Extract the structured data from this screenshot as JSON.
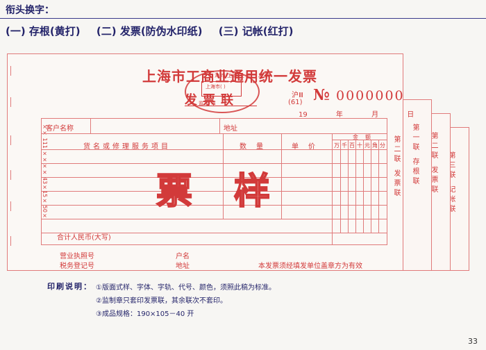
{
  "header": {
    "title": "衔头换字：",
    "copies": [
      "(一) 存根(黄打)",
      "(二) 发票(防伪水印纸)",
      "(三) 记帐(红打)"
    ]
  },
  "invoice": {
    "title": "上海市工商业通用统一发票",
    "subtitle": "发票联",
    "code_line1": "沪Ⅲ",
    "code_line2": "(61)",
    "number_label": "№",
    "number": "0000000",
    "date": [
      "19",
      "年",
      "月",
      "日"
    ],
    "seal": {
      "top": "上海市工商业统一发票",
      "middle": "上海市(   )",
      "bottom": "监制章"
    },
    "side_code": "×× 111 ×××× 43×15× 50×",
    "customer_label": "客户名称",
    "address_label": "地址",
    "columns": {
      "item": "货名或修理服务项目",
      "qty": "数量",
      "price": "单价",
      "amount": "金额",
      "amount_units": [
        "万",
        "千",
        "百",
        "十",
        "元",
        "角",
        "分"
      ]
    },
    "total_label": "合计人民币(大写)",
    "sample_stamp": [
      "票",
      "样"
    ],
    "copy2_label": "第二联 发票联",
    "footer": {
      "license": "营业执照号",
      "tax": "税务登记号",
      "acct_name": "户名",
      "acct_addr": "地址",
      "note": "本发票须经填发单位盖章方为有效"
    }
  },
  "sheets": {
    "sheet1": "第一联 存根联",
    "sheet2": "第二联 发票联",
    "sheet3": "第三联 记帐联"
  },
  "notes": {
    "title": "印刷说明：",
    "items": [
      "①版面式样、字体、字轨、代号、颜色，须照此稿为标准。",
      "②监制章只套印发票联，其余联次不套印。",
      "③成品规格：190×105－40 开"
    ]
  },
  "page_number": "33"
}
